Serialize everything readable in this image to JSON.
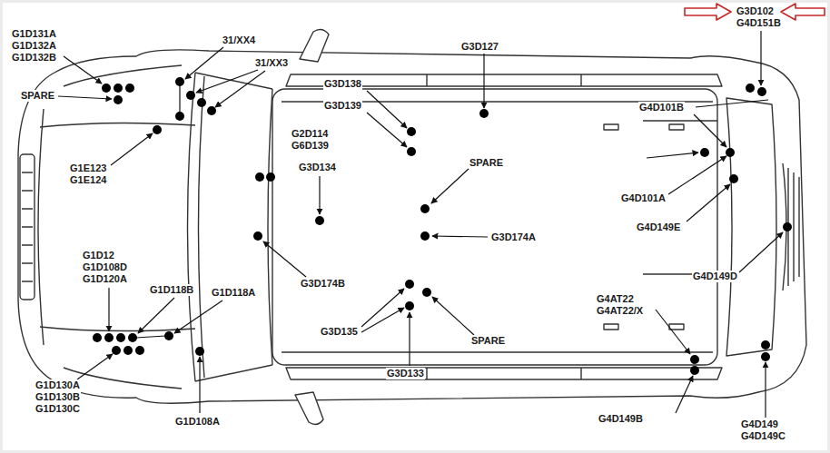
{
  "diagram": {
    "labels": [
      "G1D131A",
      "G1D132A",
      "G1D132B",
      "SPARE",
      "31/XX4",
      "31/XX3",
      "G1E123",
      "G1E124",
      "G3D138",
      "G3D139",
      "G2D114",
      "G6D139",
      "G3D134",
      "SPARE",
      "G3D174A",
      "G3D174B",
      "G1D12",
      "G1D108D",
      "G1D120A",
      "G1D118B",
      "G1D118A",
      "G3D135",
      "SPARE",
      "G3D133",
      "G1D130A",
      "G1D130B",
      "G1D130C",
      "G1D108A",
      "G3D127",
      "G3D102",
      "G4D151B",
      "G4D101B",
      "G4D101A",
      "G4D149E",
      "G4D149D",
      "G4AT22",
      "G4AT22/X",
      "G4D149B",
      "G4D149",
      "G4D149C"
    ]
  }
}
